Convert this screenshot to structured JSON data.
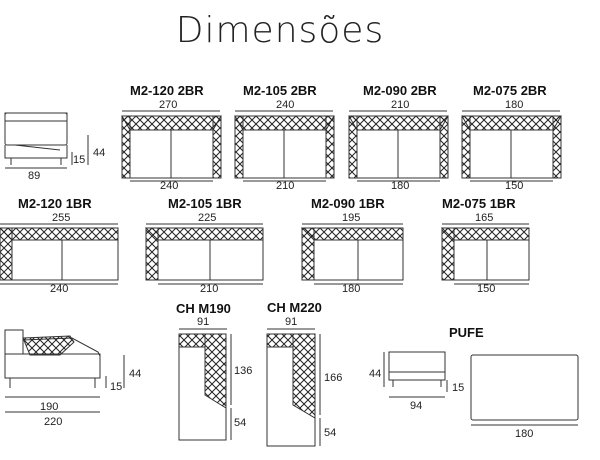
{
  "title": "Dimensões",
  "colors": {
    "line": "#333333",
    "fill": "#ffffff"
  },
  "models": {
    "m2_120_2br": {
      "label": "M2-120 2BR",
      "top": "270",
      "bottom": "240"
    },
    "m2_105_2br": {
      "label": "M2-105 2BR",
      "top": "240",
      "bottom": "210"
    },
    "m2_090_2br": {
      "label": "M2-090 2BR",
      "top": "210",
      "bottom": "180"
    },
    "m2_075_2br": {
      "label": "M2-075 2BR",
      "top": "180",
      "bottom": "150"
    },
    "m2_120_1br": {
      "label": "M2-120 1BR",
      "top": "255",
      "bottom": "240"
    },
    "m2_105_1br": {
      "label": "M2-105 1BR",
      "top": "225",
      "bottom": "210"
    },
    "m2_090_1br": {
      "label": "M2-090 1BR",
      "top": "195",
      "bottom": "180"
    },
    "m2_075_1br": {
      "label": "M2-075 1BR",
      "top": "165",
      "bottom": "150"
    },
    "ch_m190": {
      "label": "CH M190",
      "width": "91",
      "length": "136",
      "seat": "54"
    },
    "ch_m220": {
      "label": "CH M220",
      "width": "91",
      "length": "166",
      "seat": "54"
    },
    "pufe": {
      "label": "PUFE",
      "height": "44",
      "leg": "15",
      "depth": "94",
      "length": "180"
    }
  },
  "side_view": {
    "depth": "89",
    "height": "44",
    "leg": "15"
  },
  "chaise_side_view": {
    "height": "44",
    "leg": "15",
    "width1": "190",
    "width2": "220"
  }
}
